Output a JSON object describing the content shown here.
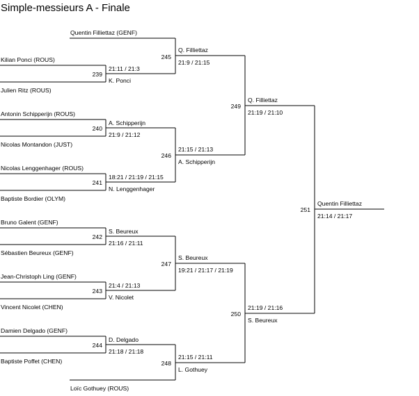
{
  "title": "Simple-messieurs A - Finale",
  "round1": {
    "m239": {
      "num": "239",
      "top": "Kilian Ponci (ROUS)",
      "bottom": "Julien Ritz (ROUS)",
      "winner": "K. Ponci",
      "score": "21:11 / 21:3"
    },
    "m240": {
      "num": "240",
      "top": "Antonin Schipperijn (ROUS)",
      "bottom": "Nicolas Montandon (JUST)",
      "winner": "A. Schipperijn",
      "score": "21:9 / 21:12"
    },
    "m241": {
      "num": "241",
      "top": "Nicolas Lenggenhager (ROUS)",
      "bottom": "Baptiste Bordier (OLYM)",
      "winner": "N. Lenggenhager",
      "score": "18:21 / 21:19 / 21:15"
    },
    "m242": {
      "num": "242",
      "top": "Bruno Galent (GENF)",
      "bottom": "Sébastien Beureux (GENF)",
      "winner": "S. Beureux",
      "score": "21:16 / 21:11"
    },
    "m243": {
      "num": "243",
      "top": "Jean-Christoph Ling (GENF)",
      "bottom": "Vincent Nicolet (CHEN)",
      "winner": "V. Nicolet",
      "score": "21:4 / 21:13"
    },
    "m244": {
      "num": "244",
      "top": "Damien Delgado (GENF)",
      "bottom": "Baptiste Poffet (CHEN)",
      "winner": "D. Delgado",
      "score": "21:18 / 21:18"
    }
  },
  "byes": {
    "top": "Quentin Filliettaz (GENF)",
    "bottom": "Loïc Gothuey (ROUS)"
  },
  "round2": {
    "m245": {
      "num": "245",
      "winner": "Q. Filliettaz",
      "score": "21:9 / 21:15"
    },
    "m246": {
      "num": "246",
      "winner": "A. Schipperijn",
      "score": "21:15 / 21:13"
    },
    "m247": {
      "num": "247",
      "winner": "S. Beureux",
      "score": "19:21 / 21:17 / 21:19"
    },
    "m248": {
      "num": "248",
      "winner": "L. Gothuey",
      "score": "21:15 / 21:11"
    }
  },
  "round3": {
    "m249": {
      "num": "249",
      "winner": "Q. Filliettaz",
      "score": "21:19 / 21:10"
    },
    "m250": {
      "num": "250",
      "winner": "S. Beureux",
      "score": "21:19 / 21:16"
    }
  },
  "final": {
    "num": "251",
    "winner": "Quentin Filliettaz",
    "score": "21:14 / 21:17"
  }
}
